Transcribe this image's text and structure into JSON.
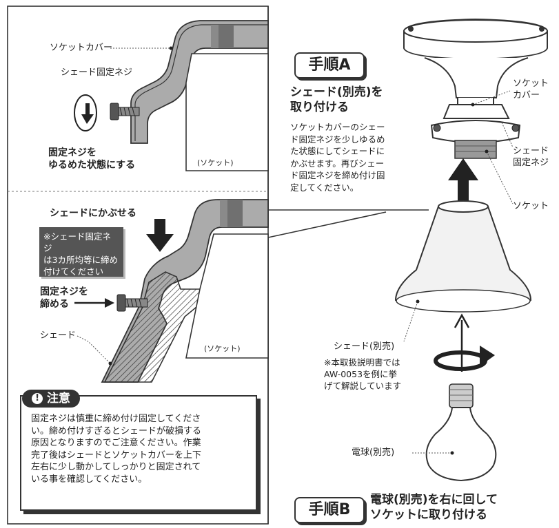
{
  "left_top": {
    "socket_cover_label": "ソケットカバー",
    "shade_screw_label": "シェード固定ネジ",
    "instruction_line1": "固定ネジを",
    "instruction_line2": "ゆるめた状態にする",
    "socket_label": "(ソケット)"
  },
  "left_bottom": {
    "put_on_label": "シェードにかぶせる",
    "note_line1": "※シェード固定ネジ",
    "note_line2": "は3カ所均等に締め",
    "note_line3": "付けてください",
    "tighten_line1": "固定ネジを",
    "tighten_line2": "締める",
    "shade_label": "シェード",
    "socket_label": "(ソケット)"
  },
  "caution": {
    "title": "注意",
    "lines": [
      "固定ネジは慎重に締め付け固定してくださ",
      "い。締め付けすぎるとシェードが破損する",
      "原因となりますのでご注意ください。作業",
      "完了後はシェードとソケットカバーを上下",
      "左右に少し動かしてしっかりと固定されて",
      "いる事を確認してください。"
    ]
  },
  "step_a": {
    "badge": "手順A",
    "heading_line1": "シェード(別売)を",
    "heading_line2": "取り付ける",
    "body_lines": [
      "ソケットカバーのシェー",
      "ド固定ネジを少しゆるめ",
      "た状態にしてシェードに",
      "かぶせます。再びシェー",
      "ド固定ネジを締め付け固",
      "定してください。"
    ]
  },
  "right_labels": {
    "socket_cover_line1": "ソケット",
    "socket_cover_line2": "カバー",
    "shade_screw_line1": "シェード",
    "shade_screw_line2": "固定ネジ",
    "socket": "ソケット",
    "shade": "シェード(別売)",
    "note_line1": "※本取扱説明書では",
    "note_line2": "AW-0053を例に挙",
    "note_line3": "げて解説しています",
    "bulb": "電球(別売)"
  },
  "step_b": {
    "badge": "手順B",
    "heading_line1": "電球(別売)を右に回して",
    "heading_line2": "ソケットに取り付ける"
  }
}
